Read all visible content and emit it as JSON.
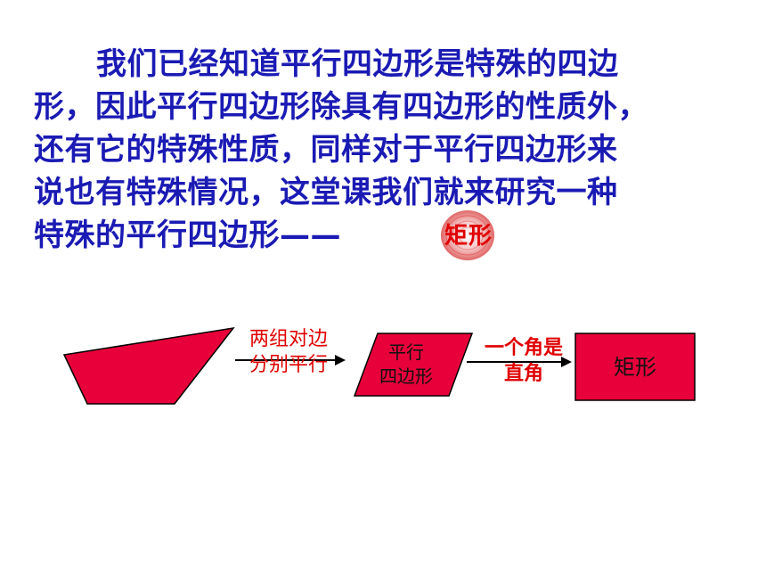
{
  "intro": {
    "lines": [
      "我们已经知道平行四边形是特殊的四边",
      "形，因此平行四边形除具有四边形的性质外，",
      "还有它的特殊性质，同样对于平行四边形来",
      "说也有特殊情况，这堂课我们就来研究一种",
      "特殊的平行四边形——"
    ]
  },
  "badge": {
    "text": "矩形",
    "mark": "?"
  },
  "flow": {
    "arrow1_label": [
      "两组对边",
      "分别平行"
    ],
    "parallelogram_label": [
      "平行",
      "四边形"
    ],
    "arrow2_label": [
      "一个角是",
      "直角"
    ],
    "rectangle_label": "矩形"
  },
  "colors": {
    "text_blue": "#1a1ab4",
    "accent_red": "#e00000",
    "shape_fill": "#e8003a",
    "outline": "#000000"
  }
}
